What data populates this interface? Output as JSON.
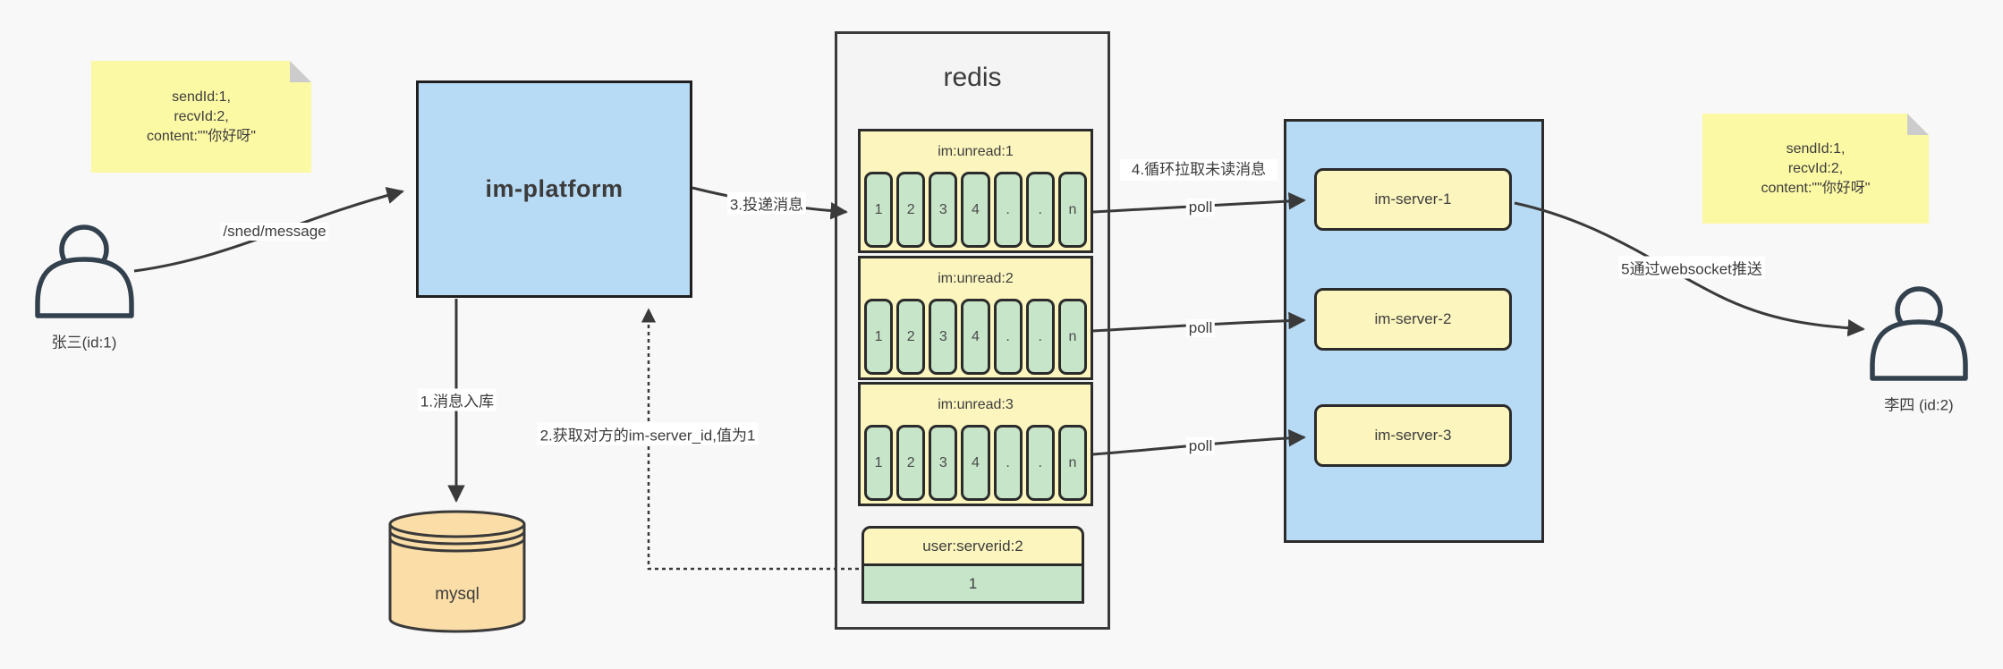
{
  "colors": {
    "bg": "#f8f8f8",
    "panel": "#f4f4f4",
    "blue": "#b8dbf5",
    "note": "#fcf9a4",
    "fold": "#cccccc",
    "qyellow": "#fcf6be",
    "green": "#c7e5c9",
    "wheat": "#fbdea7",
    "border": "#2b2b2b",
    "arrow": "#3a3a3a",
    "text": "#3c3c3c",
    "person": "#33414e"
  },
  "notes": {
    "left": [
      "sendId:1,",
      "recvId:2,",
      "content:\"\"你好呀\""
    ],
    "right": [
      "sendId:1,",
      "recvId:2,",
      "content:\"\"你好呀\""
    ]
  },
  "sender": {
    "label": "张三(id:1)"
  },
  "receiver": {
    "label": "李四 (id:2)"
  },
  "platform": {
    "label": "im-platform"
  },
  "database": {
    "label": "mysql"
  },
  "redis": {
    "title": "redis",
    "queues": [
      {
        "header": "im:unread:1",
        "cells": [
          "1",
          "2",
          "3",
          "4",
          ".",
          ".",
          "n"
        ]
      },
      {
        "header": "im:unread:2",
        "cells": [
          "1",
          "2",
          "3",
          "4",
          ".",
          ".",
          "n"
        ]
      },
      {
        "header": "im:unread:3",
        "cells": [
          "1",
          "2",
          "3",
          "4",
          ".",
          ".",
          "n"
        ]
      }
    ],
    "kv": {
      "header": "user:serverid:2",
      "value": "1"
    }
  },
  "servers": [
    {
      "label": "im-server-1"
    },
    {
      "label": "im-server-2"
    },
    {
      "label": "im-server-3"
    }
  ],
  "labels": {
    "send": "/sned/message",
    "step1": "1.消息入库",
    "step2": "2.获取对方的im-server_id,值为1",
    "step3": "3.投递消息",
    "step4": "4.循环拉取未读消息",
    "poll": "poll",
    "step5": "5通过websocket推送"
  }
}
